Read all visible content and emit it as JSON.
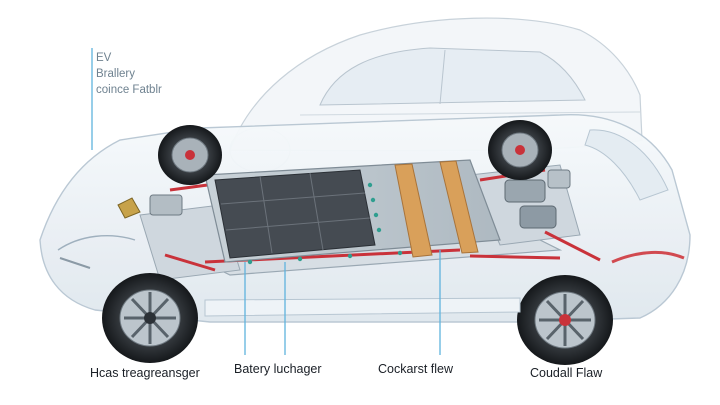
{
  "title": {
    "lines": [
      "EV",
      "Brallery",
      "coince Fatblr"
    ]
  },
  "callouts": [
    {
      "id": "front",
      "text": "Hcas treagreansger"
    },
    {
      "id": "battery",
      "text": "Batery luchager"
    },
    {
      "id": "cockpit",
      "text": "Cockarst flew"
    },
    {
      "id": "rear",
      "text": "Coudall Flaw"
    }
  ],
  "colors": {
    "callout_line": "#5fb3dd",
    "battery_cells": "#3a4048",
    "cooling_plate": "#d9a05a",
    "frame_red": "#c9323a",
    "body_ghost": "#eef3f7"
  }
}
